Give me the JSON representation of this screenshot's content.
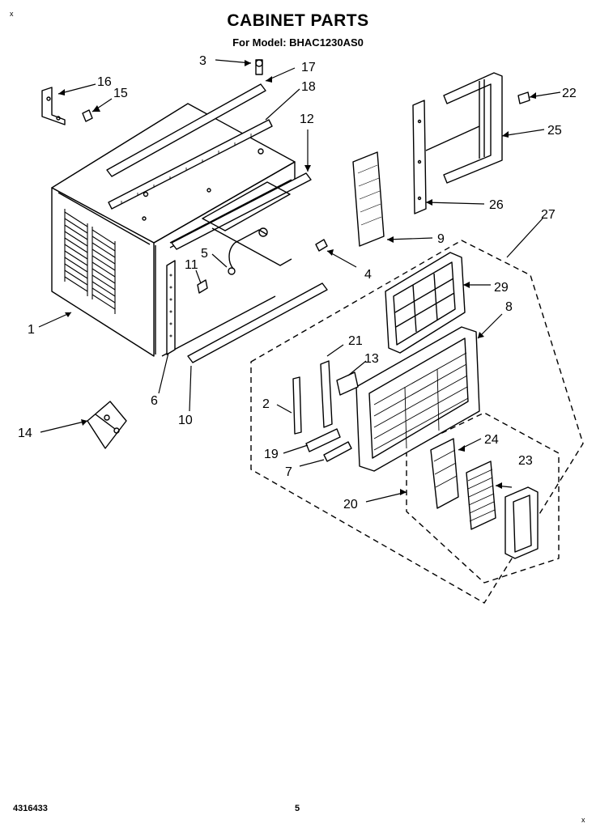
{
  "header": {
    "title": "CABINET PARTS",
    "subtitle": "For Model: BHAC1230AS0"
  },
  "footer": {
    "part_number": "4316433",
    "page": "5"
  },
  "corner_marks": {
    "top_left": "x",
    "bottom_right": "x"
  },
  "callouts": [
    {
      "id": "c1",
      "label": "1"
    },
    {
      "id": "c2",
      "label": "2"
    },
    {
      "id": "c3",
      "label": "3"
    },
    {
      "id": "c4",
      "label": "4"
    },
    {
      "id": "c5",
      "label": "5"
    },
    {
      "id": "c6",
      "label": "6"
    },
    {
      "id": "c7",
      "label": "7"
    },
    {
      "id": "c8",
      "label": "8"
    },
    {
      "id": "c9",
      "label": "9"
    },
    {
      "id": "c10",
      "label": "10"
    },
    {
      "id": "c11",
      "label": "11"
    },
    {
      "id": "c12",
      "label": "12"
    },
    {
      "id": "c13",
      "label": "13"
    },
    {
      "id": "c14",
      "label": "14"
    },
    {
      "id": "c15",
      "label": "15"
    },
    {
      "id": "c16",
      "label": "16"
    },
    {
      "id": "c17",
      "label": "17"
    },
    {
      "id": "c18",
      "label": "18"
    },
    {
      "id": "c19",
      "label": "19"
    },
    {
      "id": "c20",
      "label": "20"
    },
    {
      "id": "c21",
      "label": "21"
    },
    {
      "id": "c22",
      "label": "22"
    },
    {
      "id": "c23",
      "label": "23"
    },
    {
      "id": "c24",
      "label": "24"
    },
    {
      "id": "c25",
      "label": "25"
    },
    {
      "id": "c26",
      "label": "26"
    },
    {
      "id": "c27",
      "label": "27"
    },
    {
      "id": "c29",
      "label": "29"
    }
  ]
}
